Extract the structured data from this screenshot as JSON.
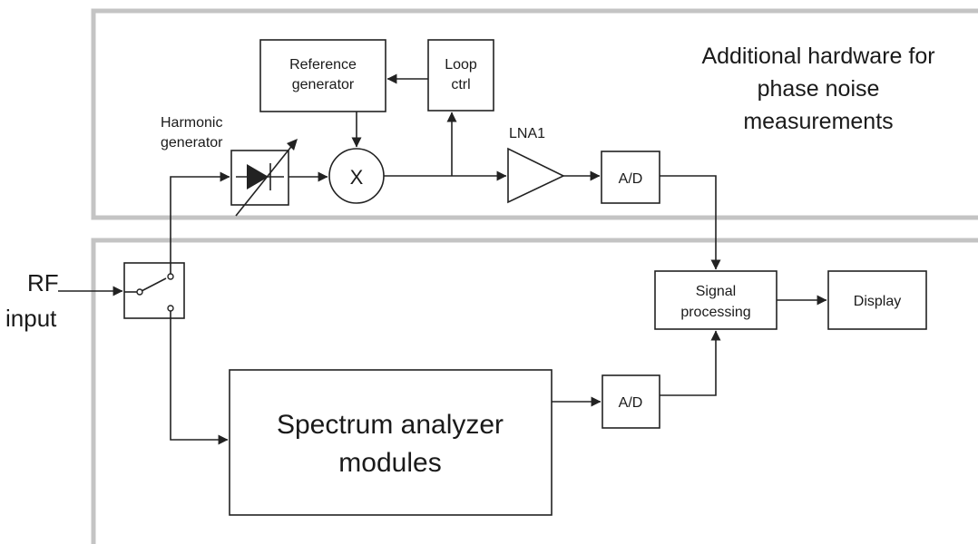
{
  "regions": {
    "additional_hw_line1": "Additional hardware for",
    "additional_hw_line2": "phase noise",
    "additional_hw_line3": "measurements"
  },
  "blocks": {
    "reference_generator_line1": "Reference",
    "reference_generator_line2": "generator",
    "loop_ctrl_line1": "Loop",
    "loop_ctrl_line2": "ctrl",
    "harmonic_generator_line1": "Harmonic",
    "harmonic_generator_line2": "generator",
    "mixer_symbol": "X",
    "lna_label": "LNA1",
    "ad_top": "A/D",
    "ad_bottom": "A/D",
    "signal_processing_line1": "Signal",
    "signal_processing_line2": "processing",
    "display": "Display",
    "spectrum_analyzer_line1": "Spectrum analyzer",
    "spectrum_analyzer_line2": "modules",
    "rf_input_line1": "RF",
    "rf_input_line2": "input"
  }
}
